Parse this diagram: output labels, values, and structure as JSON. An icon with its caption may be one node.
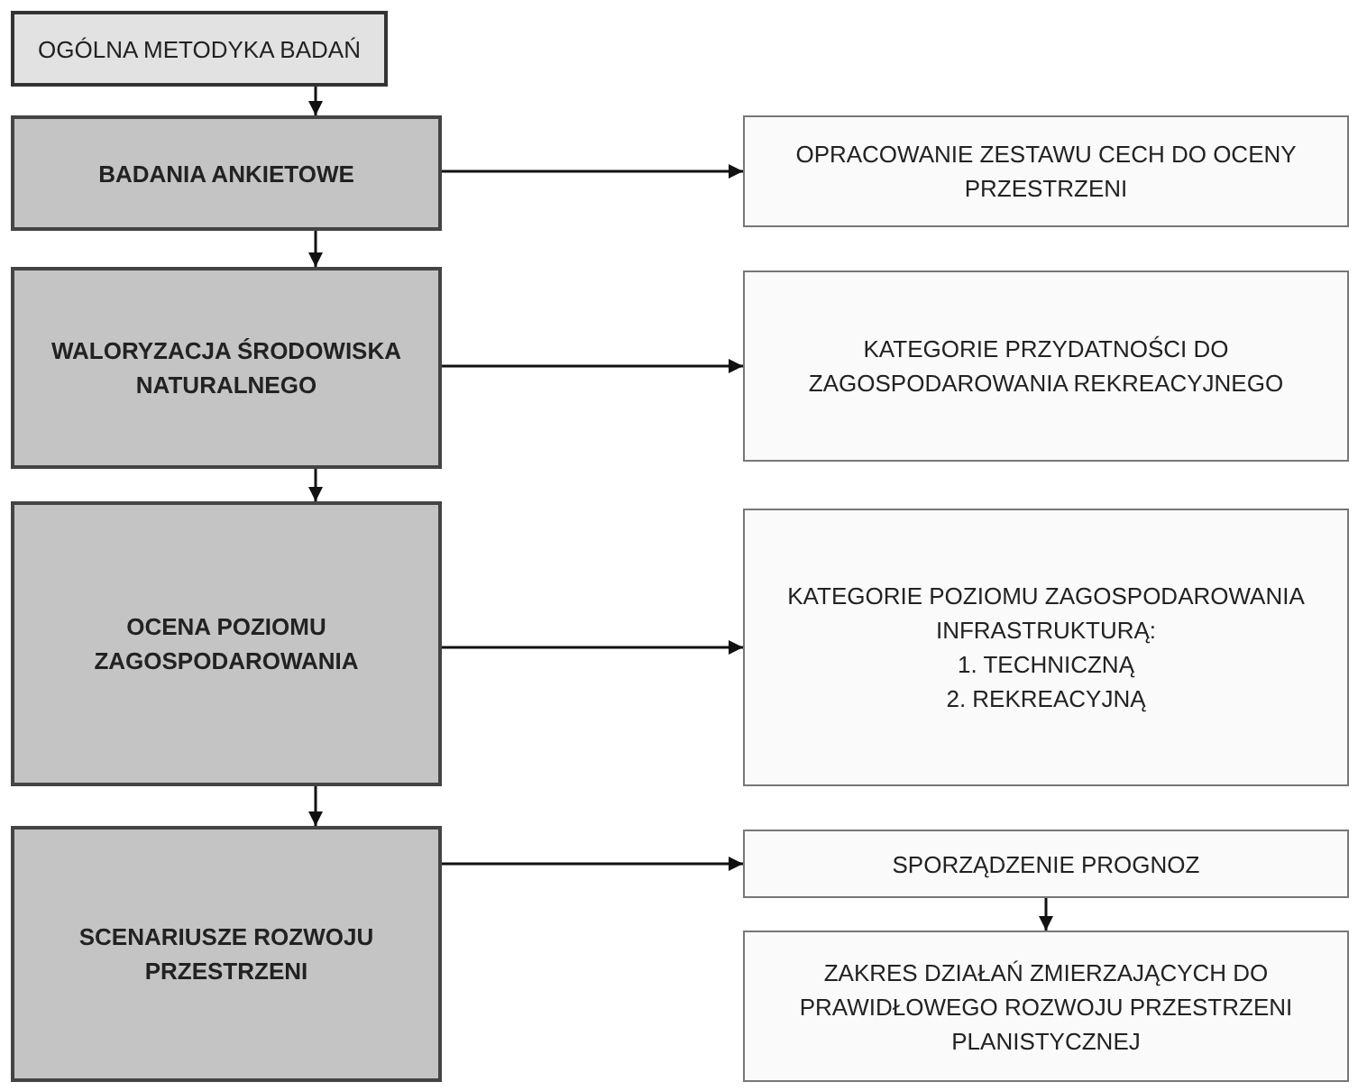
{
  "diagram": {
    "nodes": [
      {
        "text": [
          "OGÓLNA METODYKA BADAŃ"
        ]
      },
      {
        "text": [
          "BADANIA ANKIETOWE"
        ]
      },
      {
        "text": [
          "OPRACOWANIE ZESTAWU CECH DO OCENY PRZESTRZENI"
        ]
      },
      {
        "text": [
          "WALORYZACJA ŚRODOWISKA NATURALNEGO"
        ]
      },
      {
        "text": [
          "KATEGORIE PRZYDATNOŚCI DO ZAGOSPODAROWANIA REKREACYJNEGO"
        ]
      },
      {
        "text": [
          "OCENA POZIOMU ZAGOSPODAROWANIA"
        ]
      },
      {
        "text": [
          "KATEGORIE POZIOMU ZAGOSPODAROWANIA INFRASTRUKTURĄ:",
          "1. TECHNICZNĄ",
          "2. REKREACYJNĄ"
        ]
      },
      {
        "text": [
          "SCENARIUSZE ROZWOJU PRZESTRZENI"
        ]
      },
      {
        "text": [
          "SPORZĄDZENIE PROGNOZ"
        ]
      },
      {
        "text": [
          "ZAKRES DZIAŁAŃ ZMIERZAJĄCYCH DO PRAWIDŁOWEGO ROZWOJU PRZESTRZENI PLANISTYCZNEJ"
        ]
      }
    ],
    "edges": [
      {
        "from": 0,
        "to": 1,
        "arrow": "to"
      },
      {
        "from": 1,
        "to": 3,
        "arrow": "to"
      },
      {
        "from": 3,
        "to": 5,
        "arrow": "to"
      },
      {
        "from": 5,
        "to": 7,
        "arrow": "to"
      },
      {
        "from": 1,
        "to": 2,
        "arrow": "to"
      },
      {
        "from": 3,
        "to": 4,
        "arrow": "to"
      },
      {
        "from": 5,
        "to": 6,
        "arrow": "to"
      },
      {
        "from": 7,
        "to": 8,
        "arrow": "to"
      },
      {
        "from": 8,
        "to": 9,
        "arrow": "to"
      }
    ]
  }
}
